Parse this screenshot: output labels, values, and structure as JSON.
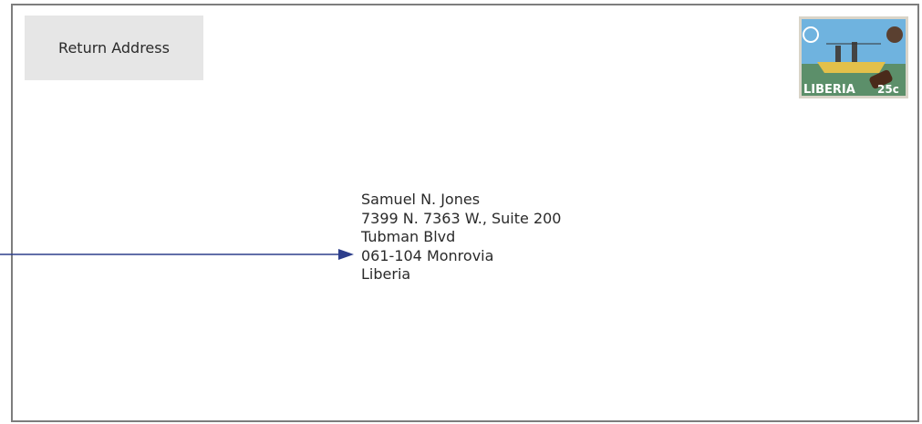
{
  "envelope": {
    "return_address_label": "Return Address",
    "recipient": {
      "lines": [
        "Samuel N. Jones",
        "7399 N. 7363 W., Suite 200",
        "Tubman Blvd",
        "061-104 Monrovia",
        "Liberia"
      ]
    },
    "stamp": {
      "country": "LIBERIA",
      "value": "25c"
    }
  },
  "colors": {
    "arrow": "#2d3e8c",
    "border": "#7d7d7d",
    "return_box": "#e6e6e6",
    "text": "#2a2a2a"
  }
}
